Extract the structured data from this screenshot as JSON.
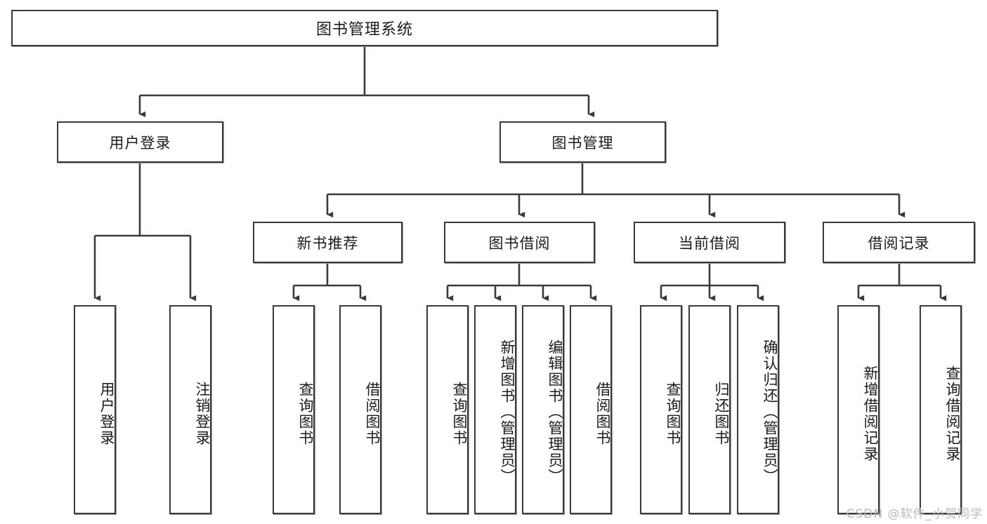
{
  "diagram": {
    "title": "图书管理系统",
    "type": "tree",
    "watermark": "CSDN @软件_小贺同学",
    "colors": {
      "box_border": "#3a3a3a",
      "box_fill": "#ffffff",
      "line": "#3a3a3a",
      "text": "#1b1b1b",
      "watermark": "#b9b9b9"
    },
    "root": {
      "label": "图书管理系统"
    },
    "level2": [
      {
        "id": "user-login",
        "label": "用户登录"
      },
      {
        "id": "book-management",
        "label": "图书管理"
      }
    ],
    "level3": [
      {
        "id": "new-book-recommend",
        "label": "新书推荐",
        "parent": "book-management"
      },
      {
        "id": "book-borrow",
        "label": "图书借阅",
        "parent": "book-management"
      },
      {
        "id": "current-borrow",
        "label": "当前借阅",
        "parent": "book-management"
      },
      {
        "id": "borrow-record",
        "label": "借阅记录",
        "parent": "book-management"
      }
    ],
    "leaves": [
      {
        "id": "leaf-user-login",
        "label": "用户登录",
        "parent": "user-login"
      },
      {
        "id": "leaf-logout",
        "label": "注销登录",
        "parent": "user-login"
      },
      {
        "id": "leaf-query-book-1",
        "label": "查询图书",
        "parent": "new-book-recommend"
      },
      {
        "id": "leaf-borrow-book-1",
        "label": "借阅图书",
        "parent": "new-book-recommend"
      },
      {
        "id": "leaf-query-book-2",
        "label": "查询图书",
        "parent": "book-borrow"
      },
      {
        "id": "leaf-add-book",
        "label": "新增图书（管理员）",
        "parent": "book-borrow"
      },
      {
        "id": "leaf-edit-book",
        "label": "编辑图书（管理员）",
        "parent": "book-borrow"
      },
      {
        "id": "leaf-borrow-book-2",
        "label": "借阅图书",
        "parent": "book-borrow"
      },
      {
        "id": "leaf-query-book-3",
        "label": "查询图书",
        "parent": "current-borrow"
      },
      {
        "id": "leaf-return-book",
        "label": "归还图书",
        "parent": "current-borrow"
      },
      {
        "id": "leaf-confirm-return",
        "label": "确认归还（管理员）",
        "parent": "current-borrow"
      },
      {
        "id": "leaf-add-record",
        "label": "新增借阅记录",
        "parent": "borrow-record"
      },
      {
        "id": "leaf-query-record",
        "label": "查询借阅记录",
        "parent": "borrow-record"
      }
    ]
  }
}
